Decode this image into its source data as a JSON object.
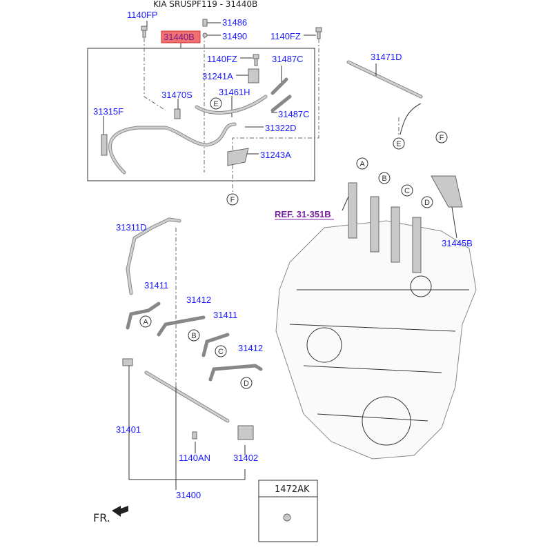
{
  "title": "KIA SRUSPF119 - 31440B",
  "highlight_color": "#f07070",
  "label_color": "#1a1aff",
  "labels": {
    "p1140fp": "1140FP",
    "p31486": "31486",
    "p31440b": "31440B",
    "p31490": "31490",
    "p1140fz_a": "1140FZ",
    "p1140fz_b": "1140FZ",
    "p31487c_a": "31487C",
    "p31241a": "31241A",
    "p31470s": "31470S",
    "p31461h": "31461H",
    "p31315f": "31315F",
    "p31487c_b": "31487C",
    "p31322d": "31322D",
    "p31243a": "31243A",
    "p31471d": "31471D",
    "ref": "REF. 31-351B",
    "p31445b": "31445B",
    "p31311d": "31311D",
    "p31411_a": "31411",
    "p31412_a": "31412",
    "p31411_b": "31411",
    "p31412_b": "31412",
    "p31401": "31401",
    "p1140an": "1140AN",
    "p31402": "31402",
    "p31400": "31400",
    "p1472ak": "1472AK",
    "fr": "FR."
  },
  "callouts": {
    "a": "A",
    "b": "B",
    "c": "C",
    "d": "D",
    "e": "E",
    "f": "F"
  }
}
